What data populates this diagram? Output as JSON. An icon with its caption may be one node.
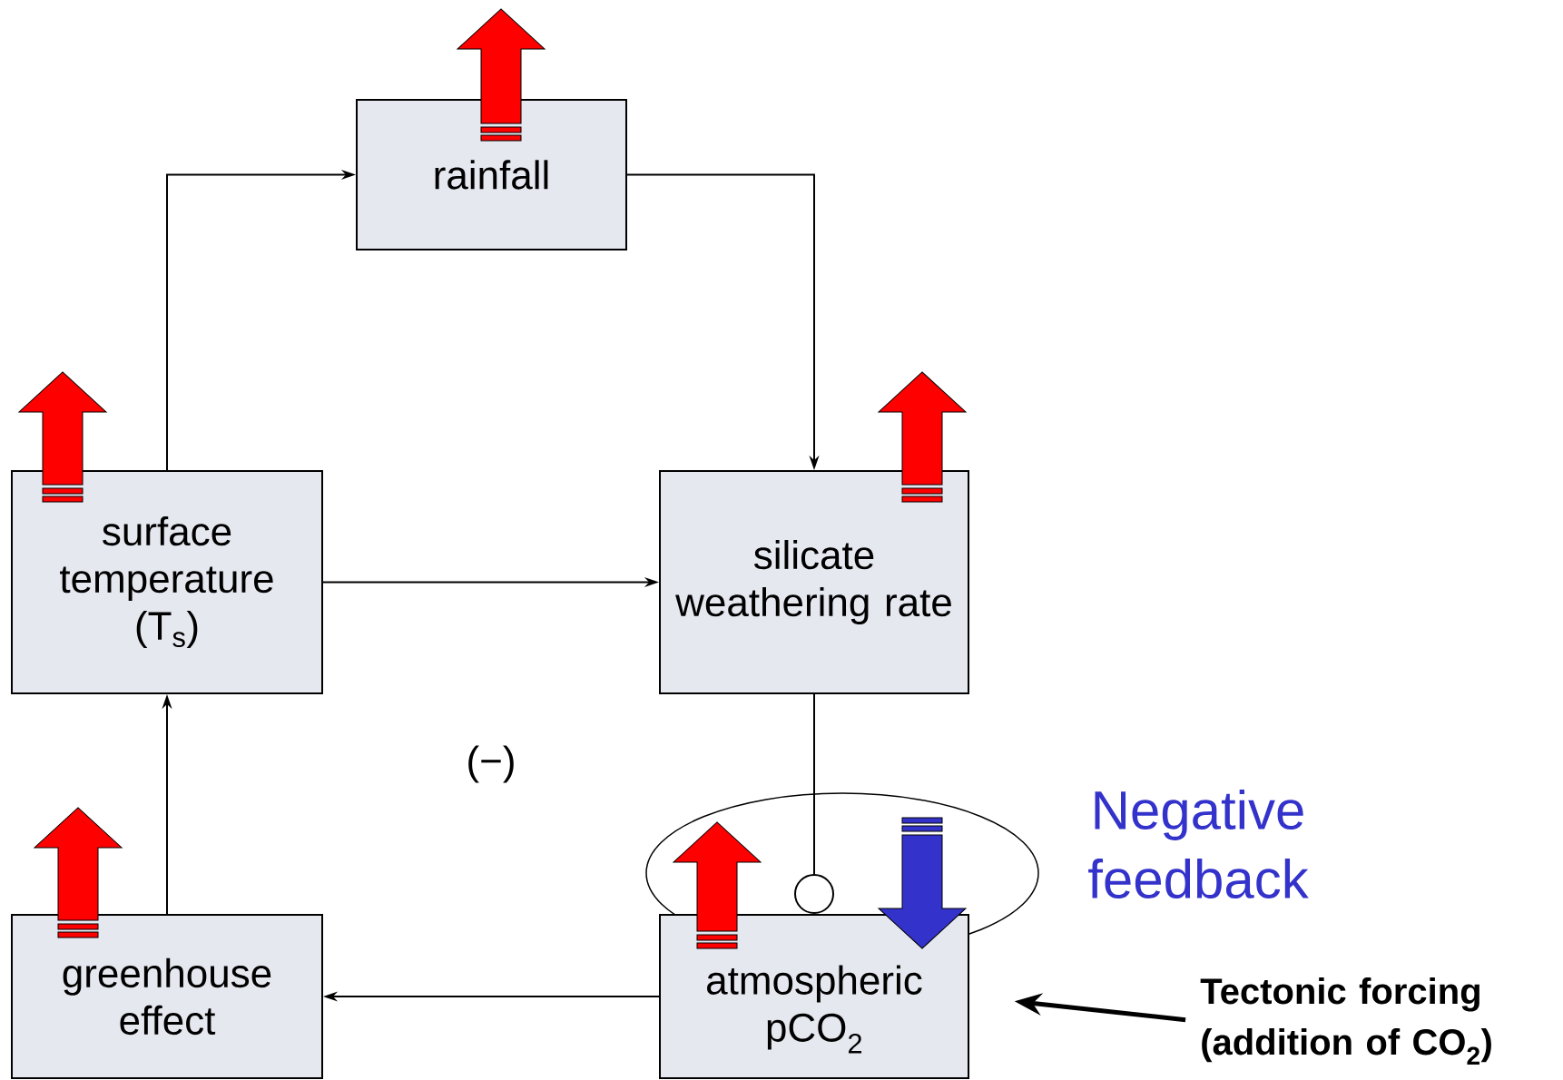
{
  "diagram": {
    "nodes": [
      {
        "text": [
          "rainfall"
        ]
      },
      {
        "text": [
          "surface temperature (T$_{s}$)"
        ]
      },
      {
        "text": [
          "silicate weathering rate"
        ]
      },
      {
        "text": [
          "greenhouse effect"
        ]
      },
      {
        "text": [
          "atmospheric pCO$_{2}$"
        ]
      },
      {
        "text": [
          "Tectonic forcing (addition of CO$_{2}$)"
        ]
      }
    ],
    "edges": [
      {
        "from": 1,
        "to": 0,
        "arrow": "to"
      },
      {
        "from": 0,
        "to": 2,
        "arrow": "to"
      },
      {
        "from": 1,
        "to": 2,
        "arrow": "to"
      },
      {
        "from": 2,
        "to": 4,
        "arrow": "other"
      },
      {
        "from": 4,
        "to": 3,
        "arrow": "to"
      },
      {
        "from": 3,
        "to": 1,
        "arrow": "to"
      },
      {
        "from": 5,
        "to": 4,
        "arrow": "to",
        "style": "thick"
      }
    ],
    "labels": [
      "(−)",
      "Negative feedback"
    ]
  }
}
